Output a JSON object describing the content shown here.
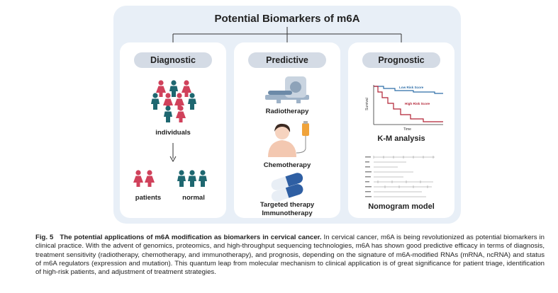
{
  "title": "Potential Biomarkers of m6A",
  "columns": {
    "diagnostic": {
      "header": "Diagnostic",
      "individuals": "individuals",
      "patients": "patients",
      "normal": "normal"
    },
    "predictive": {
      "header": "Predictive",
      "radiotherapy": "Radiotherapy",
      "chemotherapy": "Chemotherapy",
      "targeted": "Targeted therapy",
      "immunotherapy": "Immunotherapy"
    },
    "prognostic": {
      "header": "Prognostic",
      "km_label": "K-M analysis",
      "nomogram_label": "Nomogram model",
      "km_plot": {
        "ylabel": "Survival",
        "xlabel": "Time",
        "low_series": "Low Risk Score",
        "high_series": "High Risk Score"
      }
    }
  },
  "colors": {
    "panel_bg": "#e8eff7",
    "pill_bg": "#d4dbe5",
    "patient": "#d0415b",
    "normal": "#1e6770",
    "low_risk": "#2d6ea8",
    "high_risk": "#b22234"
  },
  "caption": {
    "label": "Fig. 5",
    "bold_text": "The potential applications of m6A modification as biomarkers in cervical cancer.",
    "body": "In cervical cancer, m6A is being revolutionized as potential biomarkers in clinical practice. With the advent of genomics, proteomics, and high-throughput sequencing technologies, m6A has shown good predictive efficacy in terms of diagnosis, treatment sensitivity (radiotherapy, chemotherapy, and immunotherapy), and prognosis, depending on the signature of m6A-modified RNAs (mRNA, ncRNA) and status of m6A regulators (expression and mutation). This quantum leap from molecular mechanism to clinical application is of great significance for patient triage, identification of high-risk patients, and adjustment of treatment strategies."
  }
}
